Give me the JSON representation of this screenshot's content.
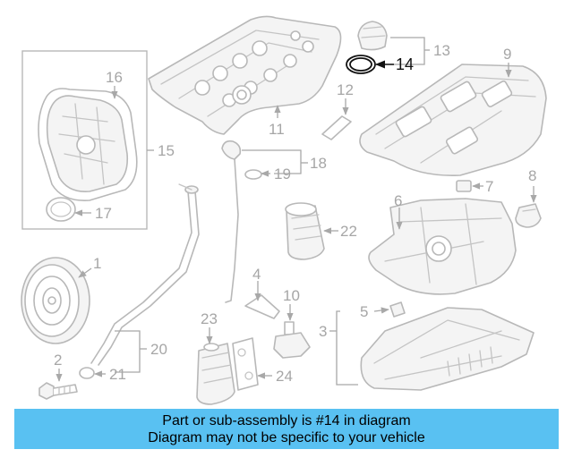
{
  "callouts": {
    "c1": "1",
    "c2": "2",
    "c3": "3",
    "c4": "4",
    "c5": "5",
    "c6": "6",
    "c7": "7",
    "c8": "8",
    "c9": "9",
    "c10": "10",
    "c11": "11",
    "c12": "12",
    "c13": "13",
    "c14": "14",
    "c15": "15",
    "c16": "16",
    "c17": "17",
    "c18": "18",
    "c19": "19",
    "c20": "20",
    "c21": "21",
    "c22": "22",
    "c23": "23",
    "c24": "24"
  },
  "highlight": {
    "part_number": "14",
    "color": "#111111"
  },
  "banner": {
    "line1": "Part or sub-assembly is #14 in diagram",
    "line2": "Diagram may not be specific to your vehicle",
    "background": "#59c1f2"
  }
}
